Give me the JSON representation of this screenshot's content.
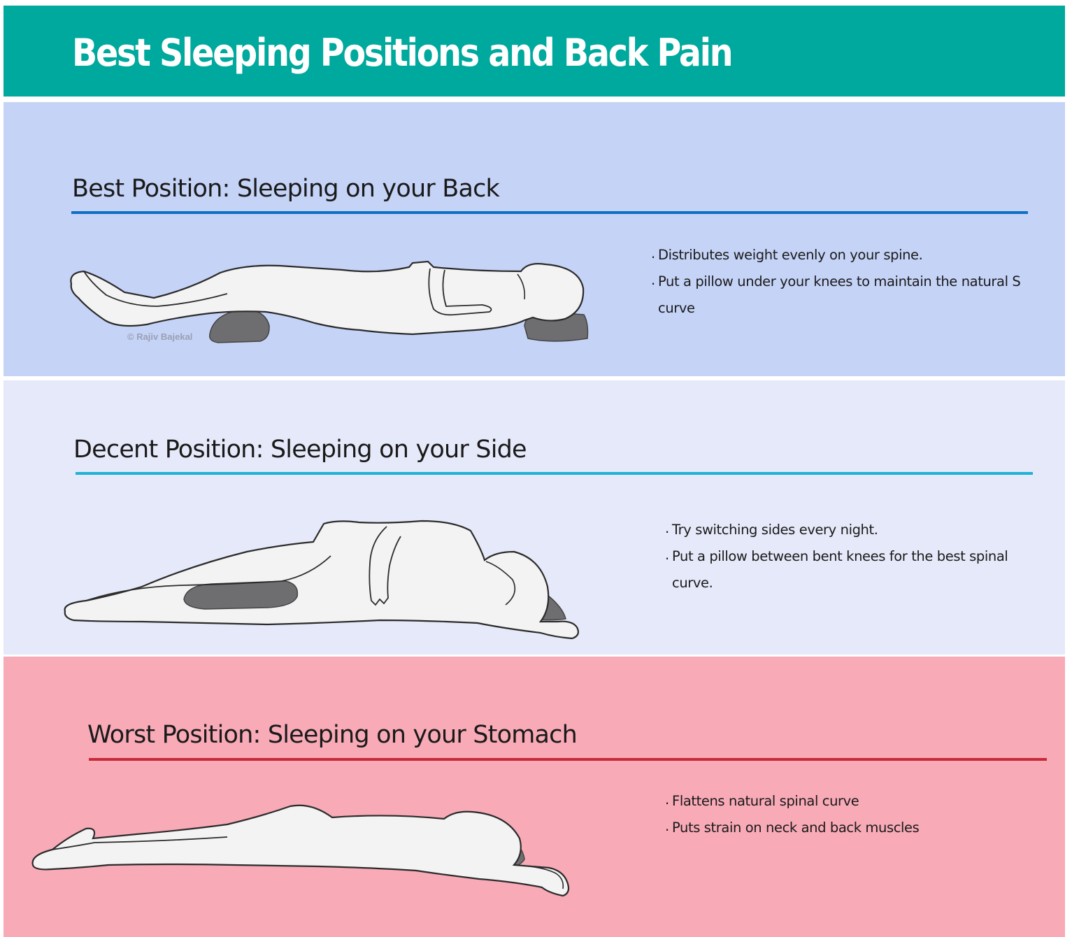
{
  "header": {
    "title": "Best Sleeping Positions and Back Pain"
  },
  "colors": {
    "header_bg": "#00a99d",
    "back_bg": "#c5d3f7",
    "side_bg": "#e6e9f9",
    "stomach_bg": "#f8aab7",
    "back_rule": "#0f6fc6",
    "side_rule": "#1fb3d6",
    "stomach_rule": "#c62b3a",
    "pillow": "#6e6e70"
  },
  "sections": {
    "back": {
      "title": "Best Position: Sleeping on your Back",
      "bullets": [
        "Distributes weight evenly on your spine.",
        "Put a pillow under your knees to maintain the natural S curve"
      ],
      "credit": "© Rajiv Bajekal"
    },
    "side": {
      "title": "Decent Position: Sleeping on your Side",
      "bullets": [
        "Try switching sides every night.",
        "Put a pillow between bent knees for the best spinal curve."
      ]
    },
    "stomach": {
      "title": "Worst Position: Sleeping on your Stomach",
      "bullets": [
        "Flattens natural spinal curve",
        "Puts strain on neck and back muscles"
      ]
    }
  }
}
